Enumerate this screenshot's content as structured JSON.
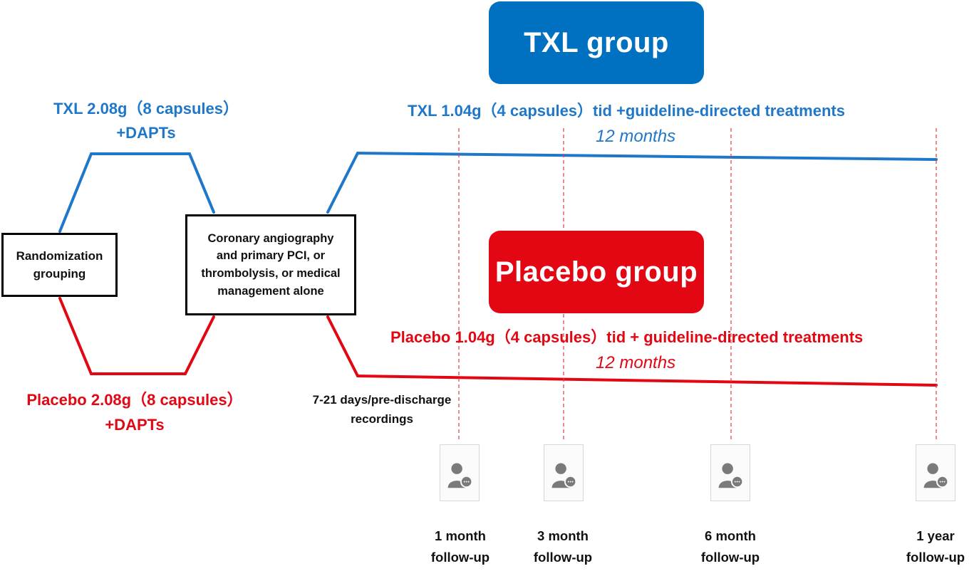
{
  "groups": {
    "txl_title": "TXL group",
    "placebo_title": "Placebo group"
  },
  "steps": {
    "randomization": "Randomization grouping",
    "intervention_lines": [
      "Coronary angiography",
      "and primary PCI, or",
      "thrombolysis, or medical",
      "management alone"
    ]
  },
  "loading": {
    "txl_line1": "TXL 2.08g（8 capsules）",
    "txl_line2": "+DAPTs",
    "placebo_line1": "Placebo 2.08g（8 capsules）",
    "placebo_line2": "+DAPTs"
  },
  "maintenance": {
    "txl_regimen": "TXL 1.04g（4 capsules）tid +guideline-directed treatments",
    "txl_duration": "12 months",
    "placebo_regimen": "Placebo 1.04g（4 capsules）tid + guideline-directed treatments",
    "placebo_duration": "12 months"
  },
  "baseline_recording": {
    "line1": "7-21 days/pre-discharge",
    "line2": "recordings"
  },
  "followups": [
    {
      "line1": "1 month",
      "line2": "follow-up",
      "icon": "person-chat-icon"
    },
    {
      "line1": "3 month",
      "line2": "follow-up",
      "icon": "person-chat-icon"
    },
    {
      "line1": "6 month",
      "line2": "follow-up",
      "icon": "person-chat-icon"
    },
    {
      "line1": "1 year",
      "line2": "follow-up",
      "icon": "person-chat-icon"
    }
  ],
  "colors": {
    "txl_blue": "#0070c0",
    "txl_line": "#1f77c9",
    "placebo_red": "#e30613",
    "dashed_guide": "#e03c3c"
  }
}
